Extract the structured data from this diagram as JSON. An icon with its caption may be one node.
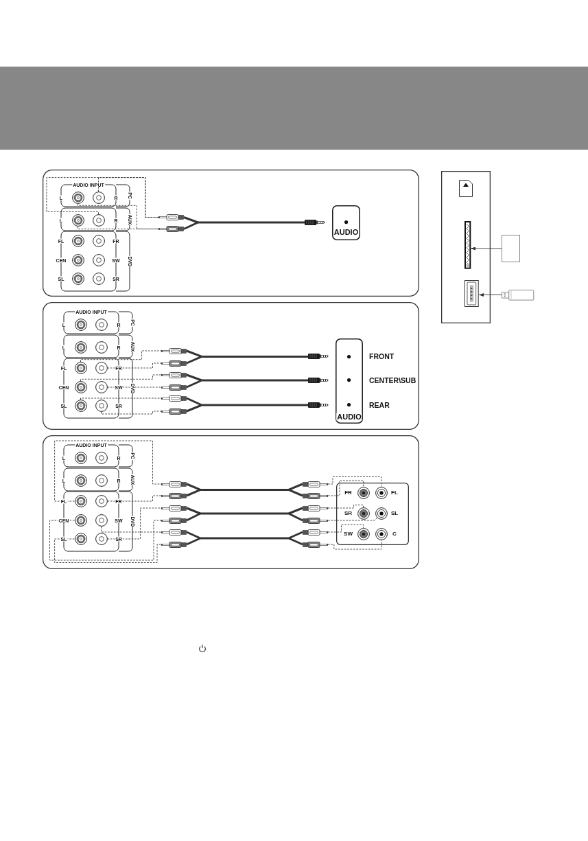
{
  "diagram": {
    "nodes": [
      {
        "text": [],
        "shape": "box"
      },
      {
        "text": [
          "AUDIO INPUT",
          "PC"
        ],
        "in": 0
      },
      {
        "text": [],
        "shape": "circle",
        "beside": [
          "L"
        ],
        "in": 1
      },
      {
        "text": [],
        "shape": "circle",
        "beside": [
          "R"
        ],
        "in": 1
      },
      {
        "text": [
          "AUX"
        ],
        "in": 0
      },
      {
        "text": [],
        "shape": "circle",
        "beside": [
          "L"
        ],
        "in": 4
      },
      {
        "text": [],
        "shape": "circle",
        "beside": [
          "R"
        ],
        "in": 4
      },
      {
        "text": [
          "DVD"
        ],
        "in": 0
      },
      {
        "text": [],
        "shape": "circle",
        "beside": [
          "FL"
        ],
        "in": 7
      },
      {
        "text": [],
        "shape": "circle",
        "beside": [
          "FR"
        ],
        "in": 7
      },
      {
        "text": [],
        "shape": "circle",
        "beside": [
          "CEN"
        ],
        "in": 7
      },
      {
        "text": [],
        "shape": "circle",
        "beside": [
          "SW"
        ],
        "in": 7
      },
      {
        "text": [],
        "shape": "circle",
        "beside": [
          "SL"
        ],
        "in": 7
      },
      {
        "text": [],
        "shape": "circle",
        "beside": [
          "SR"
        ],
        "in": 7
      },
      {
        "text": [],
        "shape": "picture",
        "in": 0
      },
      {
        "text": [],
        "shape": "picture",
        "in": 0
      },
      {
        "text": [],
        "shape": "picture",
        "in": 0
      },
      {
        "text": [
          "AUDIO"
        ],
        "in": 0
      },
      {
        "text": [],
        "shape": "circle",
        "in": 17
      },
      {
        "text": [],
        "shape": "box"
      },
      {
        "text": [
          "AUDIO INPUT",
          "PC"
        ],
        "in": 19
      },
      {
        "text": [],
        "shape": "circle",
        "beside": [
          "L"
        ],
        "in": 20
      },
      {
        "text": [],
        "shape": "circle",
        "beside": [
          "R"
        ],
        "in": 20
      },
      {
        "text": [
          "AUX"
        ],
        "in": 19
      },
      {
        "text": [],
        "shape": "circle",
        "beside": [
          "L"
        ],
        "in": 23
      },
      {
        "text": [],
        "shape": "circle",
        "beside": [
          "R"
        ],
        "in": 23
      },
      {
        "text": [
          "DVD"
        ],
        "in": 19
      },
      {
        "text": [],
        "shape": "circle",
        "beside": [
          "FL"
        ],
        "in": 26
      },
      {
        "text": [],
        "shape": "circle",
        "beside": [
          "FR"
        ],
        "in": 26
      },
      {
        "text": [],
        "shape": "circle",
        "beside": [
          "CEN"
        ],
        "in": 26
      },
      {
        "text": [],
        "shape": "circle",
        "beside": [
          "SW"
        ],
        "in": 26
      },
      {
        "text": [],
        "shape": "circle",
        "beside": [
          "SL"
        ],
        "in": 26
      },
      {
        "text": [],
        "shape": "circle",
        "beside": [
          "SR"
        ],
        "in": 26
      },
      {
        "text": [],
        "shape": "picture",
        "in": 19
      },
      {
        "text": [],
        "shape": "picture",
        "in": 19
      },
      {
        "text": [],
        "shape": "picture",
        "in": 19
      },
      {
        "text": [],
        "shape": "picture",
        "in": 19
      },
      {
        "text": [],
        "shape": "picture",
        "in": 19
      },
      {
        "text": [],
        "shape": "picture",
        "in": 19
      },
      {
        "text": [],
        "shape": "picture",
        "in": 19
      },
      {
        "text": [],
        "shape": "picture",
        "in": 19
      },
      {
        "text": [],
        "shape": "picture",
        "in": 19
      },
      {
        "text": [
          "AUDIO"
        ],
        "in": 19
      },
      {
        "text": [],
        "shape": "circle",
        "beside": [
          "FRONT"
        ],
        "in": 42
      },
      {
        "text": [],
        "shape": "circle",
        "beside": [
          "CENTER\\SUB"
        ],
        "in": 42
      },
      {
        "text": [],
        "shape": "circle",
        "beside": [
          "REAR"
        ],
        "in": 42
      },
      {
        "text": [],
        "shape": "box"
      },
      {
        "text": [
          "AUDIO INPUT",
          "PC"
        ],
        "in": 46
      },
      {
        "text": [],
        "shape": "circle",
        "beside": [
          "L"
        ],
        "in": 47
      },
      {
        "text": [],
        "shape": "circle",
        "beside": [
          "R"
        ],
        "in": 47
      },
      {
        "text": [
          "AUX"
        ],
        "in": 46
      },
      {
        "text": [],
        "shape": "circle",
        "beside": [
          "L"
        ],
        "in": 50
      },
      {
        "text": [],
        "shape": "circle",
        "beside": [
          "R"
        ],
        "in": 50
      },
      {
        "text": [
          "DVD"
        ],
        "in": 46
      },
      {
        "text": [],
        "shape": "circle",
        "beside": [
          "FL"
        ],
        "in": 53
      },
      {
        "text": [],
        "shape": "circle",
        "beside": [
          "FR"
        ],
        "in": 53
      },
      {
        "text": [],
        "shape": "circle",
        "beside": [
          "CEN"
        ],
        "in": 53
      },
      {
        "text": [],
        "shape": "circle",
        "beside": [
          "SW"
        ],
        "in": 53
      },
      {
        "text": [],
        "shape": "circle",
        "beside": [
          "SL"
        ],
        "in": 53
      },
      {
        "text": [],
        "shape": "circle",
        "beside": [
          "SR"
        ],
        "in": 53
      },
      {
        "text": [],
        "shape": "picture",
        "in": 46
      },
      {
        "text": [],
        "shape": "picture",
        "in": 46
      },
      {
        "text": [],
        "shape": "picture",
        "in": 46
      },
      {
        "text": [],
        "shape": "picture",
        "in": 46
      },
      {
        "text": [],
        "shape": "picture",
        "in": 46
      },
      {
        "text": [],
        "shape": "picture",
        "in": 46
      },
      {
        "text": [],
        "shape": "picture",
        "in": 46
      },
      {
        "text": [],
        "shape": "picture",
        "in": 46
      },
      {
        "text": [],
        "shape": "picture",
        "in": 46
      },
      {
        "text": [],
        "shape": "picture",
        "in": 46
      },
      {
        "text": [],
        "shape": "picture",
        "in": 46
      },
      {
        "text": [],
        "shape": "picture",
        "in": 46
      },
      {
        "text": [],
        "shape": "box",
        "in": 46
      },
      {
        "text": [],
        "shape": "circle",
        "beside": [
          "FR"
        ],
        "in": 72
      },
      {
        "text": [],
        "shape": "circle",
        "beside": [
          "FL"
        ],
        "in": 72
      },
      {
        "text": [],
        "shape": "circle",
        "beside": [
          "SR"
        ],
        "in": 72
      },
      {
        "text": [],
        "shape": "circle",
        "beside": [
          "SL"
        ],
        "in": 72
      },
      {
        "text": [],
        "shape": "circle",
        "beside": [
          "SW"
        ],
        "in": 72
      },
      {
        "text": [],
        "shape": "circle",
        "beside": [
          "C"
        ],
        "in": 72
      },
      {
        "text": [],
        "shape": "box"
      },
      {
        "text": [],
        "shape": "picture",
        "in": 79
      },
      {
        "text": [],
        "shape": "picture",
        "in": 79
      },
      {
        "text": [],
        "shape": "box"
      },
      {
        "text": [],
        "shape": "picture"
      }
    ],
    "edges": [
      {
        "from": 3,
        "to": 14,
        "arrow": "none",
        "style": "dashed"
      },
      {
        "from": 6,
        "to": 14,
        "arrow": "none",
        "style": "dashed"
      },
      {
        "from": 2,
        "to": 15,
        "arrow": "none",
        "style": "dashed"
      },
      {
        "from": 5,
        "to": 15,
        "arrow": "none",
        "style": "dashed"
      },
      {
        "from": 14,
        "to": 16,
        "arrow": "none",
        "style": "thick"
      },
      {
        "from": 15,
        "to": 16,
        "arrow": "none",
        "style": "thick"
      },
      {
        "from": 27,
        "to": 33,
        "arrow": "none",
        "style": "dashed"
      },
      {
        "from": 28,
        "to": 34,
        "arrow": "none",
        "style": "dashed"
      },
      {
        "from": 29,
        "to": 35,
        "arrow": "none",
        "style": "dashed"
      },
      {
        "from": 30,
        "to": 36,
        "arrow": "none",
        "style": "dashed"
      },
      {
        "from": 31,
        "to": 37,
        "arrow": "none",
        "style": "dashed"
      },
      {
        "from": 32,
        "to": 38,
        "arrow": "none",
        "style": "dashed"
      },
      {
        "from": 33,
        "to": 39,
        "arrow": "none",
        "style": "thick"
      },
      {
        "from": 34,
        "to": 39,
        "arrow": "none",
        "style": "thick"
      },
      {
        "from": 35,
        "to": 40,
        "arrow": "none",
        "style": "thick"
      },
      {
        "from": 36,
        "to": 40,
        "arrow": "none",
        "style": "thick"
      },
      {
        "from": 37,
        "to": 41,
        "arrow": "none",
        "style": "thick"
      },
      {
        "from": 38,
        "to": 41,
        "arrow": "none",
        "style": "thick"
      },
      {
        "from": 54,
        "to": 60,
        "arrow": "none",
        "style": "dashed"
      },
      {
        "from": 55,
        "to": 61,
        "arrow": "none",
        "style": "dashed"
      },
      {
        "from": 59,
        "to": 62,
        "arrow": "none",
        "style": "dashed"
      },
      {
        "from": 56,
        "to": 63,
        "arrow": "none",
        "style": "dashed"
      },
      {
        "from": 57,
        "to": 64,
        "arrow": "none",
        "style": "dashed"
      },
      {
        "from": 58,
        "to": 65,
        "arrow": "none",
        "style": "dashed"
      },
      {
        "from": 60,
        "to": 66,
        "arrow": "none",
        "style": "thick"
      },
      {
        "from": 60,
        "to": 67,
        "arrow": "none",
        "style": "thick"
      },
      {
        "from": 61,
        "to": 66,
        "arrow": "none",
        "style": "thick"
      },
      {
        "from": 61,
        "to": 67,
        "arrow": "none",
        "style": "thick"
      },
      {
        "from": 62,
        "to": 68,
        "arrow": "none",
        "style": "thick"
      },
      {
        "from": 62,
        "to": 69,
        "arrow": "none",
        "style": "thick"
      },
      {
        "from": 63,
        "to": 68,
        "arrow": "none",
        "style": "thick"
      },
      {
        "from": 63,
        "to": 69,
        "arrow": "none",
        "style": "thick"
      },
      {
        "from": 64,
        "to": 70,
        "arrow": "none",
        "style": "thick"
      },
      {
        "from": 64,
        "to": 71,
        "arrow": "none",
        "style": "thick"
      },
      {
        "from": 65,
        "to": 70,
        "arrow": "none",
        "style": "thick"
      },
      {
        "from": 65,
        "to": 71,
        "arrow": "none",
        "style": "thick"
      },
      {
        "from": 66,
        "to": 74,
        "arrow": "none",
        "style": "dashed"
      },
      {
        "from": 67,
        "to": 73,
        "arrow": "none",
        "style": "dashed"
      },
      {
        "from": 68,
        "to": 75,
        "arrow": "none",
        "style": "dashed"
      },
      {
        "from": 69,
        "to": 76,
        "arrow": "none",
        "style": "dashed"
      },
      {
        "from": 70,
        "to": 77,
        "arrow": "none",
        "style": "dashed"
      },
      {
        "from": 71,
        "to": 78,
        "arrow": "none",
        "style": "dashed"
      },
      {
        "from": 82,
        "to": 80,
        "arrow": "to"
      },
      {
        "from": 83,
        "to": 81,
        "arrow": "to"
      }
    ]
  }
}
